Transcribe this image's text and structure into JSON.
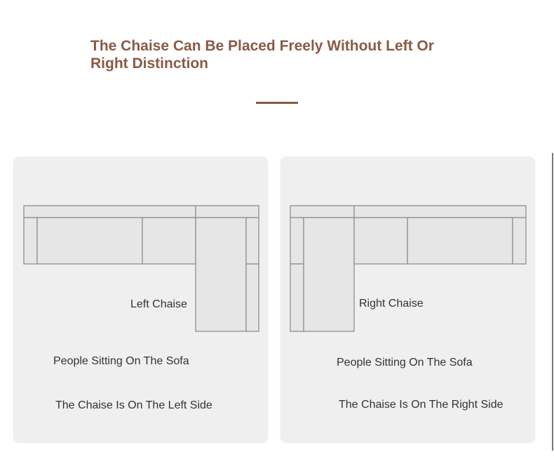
{
  "header": {
    "title": "The Chaise Can Be Placed Freely Without Left Or Right Distinction"
  },
  "panels": [
    {
      "chaise_label": "Left Chaise",
      "people_label": "People Sitting On The Sofa",
      "side_label": "The Chaise Is On The Left Side"
    },
    {
      "chaise_label": "Right Chaise",
      "people_label": "People Sitting On The Sofa",
      "side_label": "The Chaise Is On The Right Side"
    }
  ],
  "colors": {
    "accent": "#8a5a44",
    "panel_bg": "#efefef",
    "sofa_fill": "#e6e6e6",
    "sofa_stroke": "#8f8f8f"
  }
}
